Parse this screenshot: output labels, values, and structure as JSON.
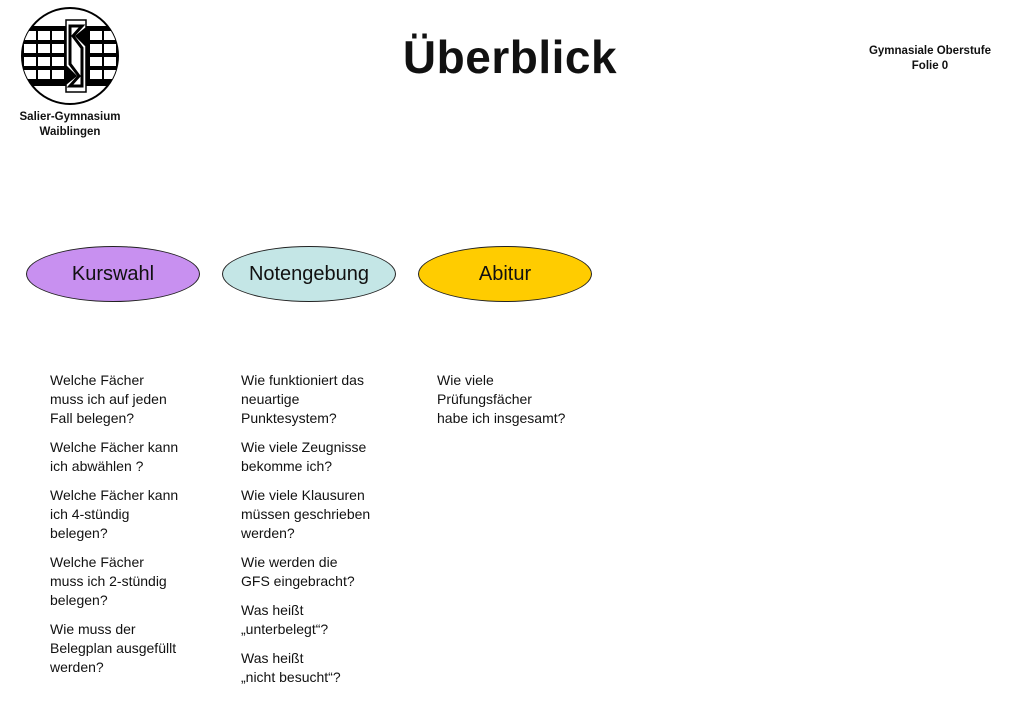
{
  "header": {
    "title": "Überblick",
    "school_line1": "Salier-Gymnasium",
    "school_line2": "Waiblingen",
    "course": "Gymnasiale Oberstufe",
    "slide": "Folie 0"
  },
  "ovals": [
    {
      "label": "Kurswahl",
      "color": "#c890f0"
    },
    {
      "label": "Notengebung",
      "color": "#c4e6e6"
    },
    {
      "label": "Abitur",
      "color": "#ffcc00"
    }
  ],
  "columns": [
    {
      "questions": [
        "Welche Fächer\nmuss ich auf jeden\nFall belegen?",
        "Welche Fächer kann\nich abwählen ?",
        "Welche Fächer kann\nich 4-stündig\nbelegen?",
        "Welche Fächer\nmuss ich 2-stündig\nbelegen?",
        "Wie muss der\nBelegplan ausgefüllt\nwerden?"
      ]
    },
    {
      "questions": [
        "Wie funktioniert das\nneuartige\nPunktesystem?",
        "Wie viele Zeugnisse\nbekomme ich?",
        "Wie viele Klausuren\nmüssen geschrieben\nwerden?",
        "Wie werden die\nGFS eingebracht?",
        "Was heißt\n„unterbelegt“?",
        "Was heißt\n„nicht besucht“?"
      ]
    },
    {
      "questions": [
        "Wie viele\nPrüfungsfächer\nhabe ich insgesamt?"
      ]
    }
  ]
}
